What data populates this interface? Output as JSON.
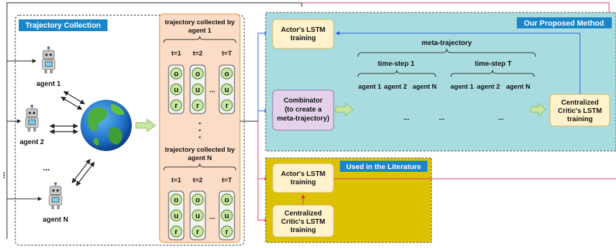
{
  "trajectory_collection": {
    "title": "Trajectory Collection",
    "agents": [
      "agent 1",
      "agent 2",
      "agent N"
    ],
    "ellipsis": "..."
  },
  "trajectories": {
    "agent1_title": "trajectory collected by agent 1",
    "agentN_title": "trajectory collected by agent N",
    "time_labels": [
      "t=1",
      "t=2",
      "t=T"
    ],
    "dots": "..."
  },
  "obs_symbols": [
    "o",
    "u",
    "r"
  ],
  "proposed": {
    "title": "Our Proposed Method",
    "actor": "Actor's LSTM training",
    "combinator": "Combinator (to create a meta-trajectory)",
    "meta_trajectory": "meta-trajectory",
    "time_step_1": "time-step 1",
    "time_step_T": "time-step T",
    "agent_labels": [
      "agent 1",
      "agent 2",
      "agent N"
    ],
    "critic": "Centralized Critic's LSTM training",
    "dots": "..."
  },
  "literature": {
    "title": "Used in the Literature",
    "actor": "Actor's LSTM training",
    "critic": "Centralized Critic's LSTM training"
  },
  "colors": {
    "proposed_bg": "#a8dce0",
    "literature_bg": "#dcc200",
    "traj_bg": "#fbdcc6",
    "actor_bg": "#fff2cc",
    "combinator_bg": "#e3d2ea",
    "circle_fill": "#c9e6a4",
    "title_blue": "#1a86c8",
    "arrow_blue": "#2a5fd8",
    "arrow_pink": "#e0307a"
  }
}
